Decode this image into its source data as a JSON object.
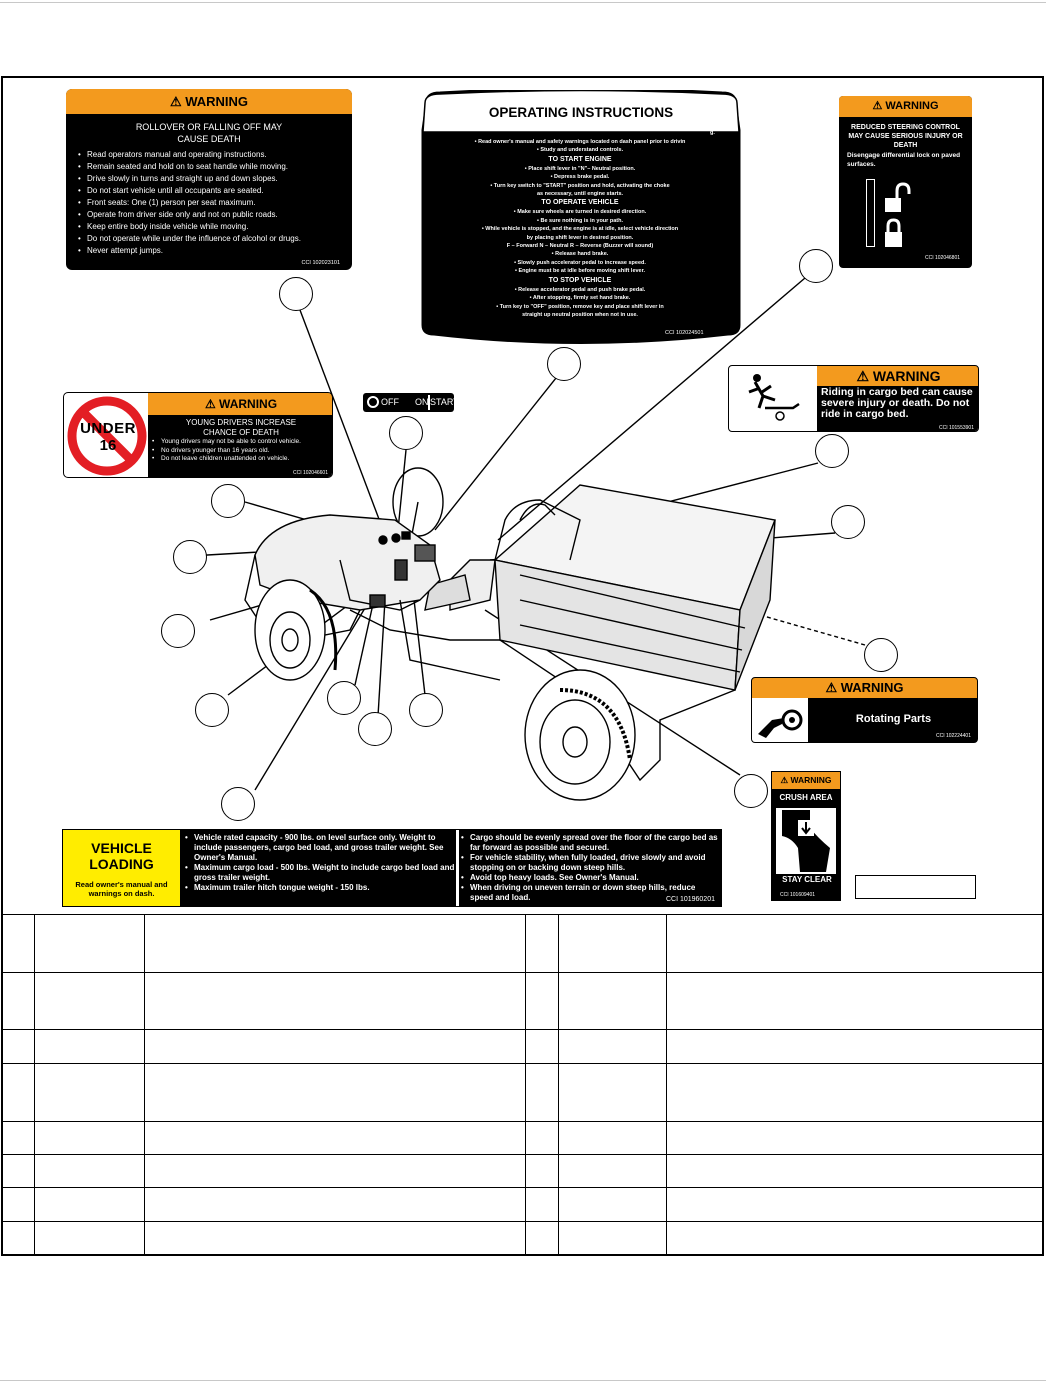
{
  "rollover": {
    "header": "⚠ WARNING",
    "title": "ROLLOVER OR FALLING OFF MAY CAUSE DEATH",
    "items": [
      "Read operators manual and operating instructions.",
      "Remain seated and hold on to seat handle while moving.",
      "Drive slowly in turns and straight up and down slopes.",
      "Do not start vehicle until all occupants are seated.",
      "Front seats: One (1) person per seat maximum.",
      "Operate from driver side only and not on public roads.",
      "Keep entire body inside vehicle while moving.",
      "Do not operate while under the influence of alcohol or drugs.",
      "Never attempt jumps."
    ],
    "code": "CCI 102023101"
  },
  "operating": {
    "title": "OPERATING INSTRUCTIONS",
    "lines": [
      "• Read owner's manual and safety warnings located on dash panel prior to drivin",
      "• Study and understand controls.",
      "TO START ENGINE",
      "• Place shift lever in \"N\"– Neutral position.",
      "• Depress brake pedal.",
      "• Turn key switch to \"START\" position and hold, activating the choke",
      "as necessary, until engine starts.",
      "TO OPERATE VEHICLE",
      "• Make sure wheels are turned in desired direction.",
      "• Be sure nothing is in your path.",
      "• While vehicle is stopped, and the engine is at idle, select vehicle direction",
      "by placing shift lever in desired position.",
      "F – Forward      N – Neutral      R – Reverse (Buzzer will sound)",
      "• Release hand brake.",
      "• Slowly push accelerator pedal to increase speed.",
      "• Engine must be at idle before moving shift lever.",
      "TO STOP VEHICLE",
      "• Release accelerator pedal and push brake pedal.",
      "• After stopping, firmly set hand brake.",
      "• Turn key to \"OFF\" position, remove key and place shift lever in",
      "straight up neutral position when not in use."
    ],
    "edge_char": "g.",
    "code": "CCI 102024501"
  },
  "steering": {
    "header": "⚠ WARNING",
    "title": "REDUCED STEERING CONTROL MAY CAUSE SERIOUS INJURY OR DEATH",
    "body": "Disengage differential lock on paved surfaces.",
    "code": "CCI 102046801"
  },
  "keyswitch": {
    "off": "OFF",
    "on": "ON",
    "start": "START"
  },
  "young": {
    "header": "⚠ WARNING",
    "badge_line1": "UNDER",
    "badge_line2": "16",
    "title": "YOUNG DRIVERS INCREASE CHANCE OF DEATH",
    "items": [
      "Young drivers may not be able to control vehicle.",
      "No drivers younger than 16 years old.",
      "Do not leave children unattended on vehicle."
    ],
    "code": "CCI 102046601"
  },
  "cargo_bed": {
    "header": "⚠ WARNING",
    "body": "Riding in cargo bed can cause severe injury or death. Do not ride in cargo bed.",
    "code": "CCI 101553901"
  },
  "rotating": {
    "header": "⚠ WARNING",
    "body": "Rotating Parts",
    "code": "CCI 102224401"
  },
  "crush": {
    "header": "⚠ WARNING",
    "top": "CRUSH AREA",
    "bottom": "STAY CLEAR",
    "code": "CCI 101609401"
  },
  "loading": {
    "title_line1": "VEHICLE",
    "title_line2": "LOADING",
    "subtitle": "Read owner's manual and warnings on dash.",
    "col1": [
      "Vehicle rated capacity - 900 lbs. on level surface only. Weight to include passengers, cargo bed load, and gross trailer weight. See Owner's Manual.",
      "Maximum cargo load - 500 lbs. Weight to include cargo bed load and gross trailer weight.",
      "Maximum trailer hitch tongue weight - 150 lbs."
    ],
    "col2": [
      "Cargo should be evenly spread over the floor of the cargo bed as far forward as possible and secured.",
      "For vehicle stability, when fully loaded, drive slowly and avoid stopping on or backing down steep hills.",
      "Avoid top heavy loads. See Owner's Manual.",
      "When driving on uneven terrain or down steep hills, reduce speed and load."
    ],
    "code": "CCI 101960201"
  },
  "colors": {
    "orange": "#f39a1e",
    "yellow": "#ffed00",
    "red": "#e31e24"
  }
}
